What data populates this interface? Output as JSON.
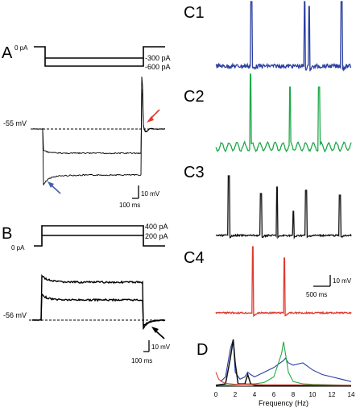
{
  "panels": {
    "A": {
      "letter": "A",
      "zero_label": "0 pA",
      "step_labels": [
        "-300 pA",
        "-600 pA"
      ],
      "vm_label": "-55 mV",
      "scale_v": "10 mV",
      "scale_t": "100 ms"
    },
    "B": {
      "letter": "B",
      "zero_label": "0 pA",
      "step_labels": [
        "400 pA",
        "200 pA"
      ],
      "vm_label": "-56 mV",
      "scale_v": "10 mV",
      "scale_t": "100 ms"
    },
    "C": {
      "labels": [
        "C1",
        "C2",
        "C3",
        "C4"
      ],
      "scale_v": "10 mV",
      "scale_t": "500 ms"
    },
    "D": {
      "letter": "D",
      "xlabel": "Frequency (Hz)",
      "ticks": [
        "0",
        "2",
        "4",
        "6",
        "8",
        "10",
        "12",
        "14"
      ]
    }
  },
  "colors": {
    "c1": "#2a3f9f",
    "c2": "#1fa84a",
    "c3": "#111111",
    "c4": "#e03a2e",
    "arrow_red": "#e03a2e",
    "arrow_blue": "#3f5fb0"
  },
  "chart_data": {
    "type": "line",
    "xlim": [
      0,
      14
    ],
    "series": [
      {
        "x": [
          0.5,
          1.0,
          1.5,
          1.8,
          2.0,
          2.5,
          3.0,
          3.3,
          3.6,
          4.0,
          5.0,
          6.0,
          7.0,
          7.2,
          7.5,
          8.0,
          9.0,
          10.0,
          11.0,
          12.0,
          13.0,
          14.0
        ],
        "y": [
          0.1,
          0.2,
          0.8,
          1.0,
          0.3,
          0.15,
          0.2,
          0.3,
          0.25,
          0.2,
          0.3,
          0.4,
          0.55,
          0.6,
          0.5,
          0.45,
          0.5,
          0.35,
          0.25,
          0.2,
          0.15,
          0.1
        ]
      },
      {
        "x": [
          0,
          1,
          2,
          3,
          4,
          5,
          6,
          6.8,
          7.0,
          7.2,
          7.5,
          8,
          9,
          10,
          12,
          14
        ],
        "y": [
          0.02,
          0.02,
          0.03,
          0.05,
          0.05,
          0.08,
          0.2,
          0.7,
          0.95,
          0.7,
          0.3,
          0.1,
          0.05,
          0.04,
          0.03,
          0.02
        ]
      },
      {
        "x": [
          0,
          1,
          1.5,
          1.8,
          2.0,
          2.3,
          3.0,
          3.3,
          3.6,
          4.0,
          6.0,
          10.0,
          14.0
        ],
        "y": [
          0.02,
          0.05,
          0.6,
          1.0,
          0.5,
          0.05,
          0.05,
          0.25,
          0.05,
          0.02,
          0.02,
          0.02,
          0.01
        ]
      },
      {
        "x": [
          0,
          0.3,
          0.6,
          1.0,
          1.5,
          2.0,
          3.0,
          5.0,
          8.0,
          12.0,
          14.0
        ],
        "y": [
          0.3,
          0.15,
          0.1,
          0.06,
          0.05,
          0.04,
          0.04,
          0.03,
          0.03,
          0.02,
          0.02
        ]
      }
    ]
  }
}
